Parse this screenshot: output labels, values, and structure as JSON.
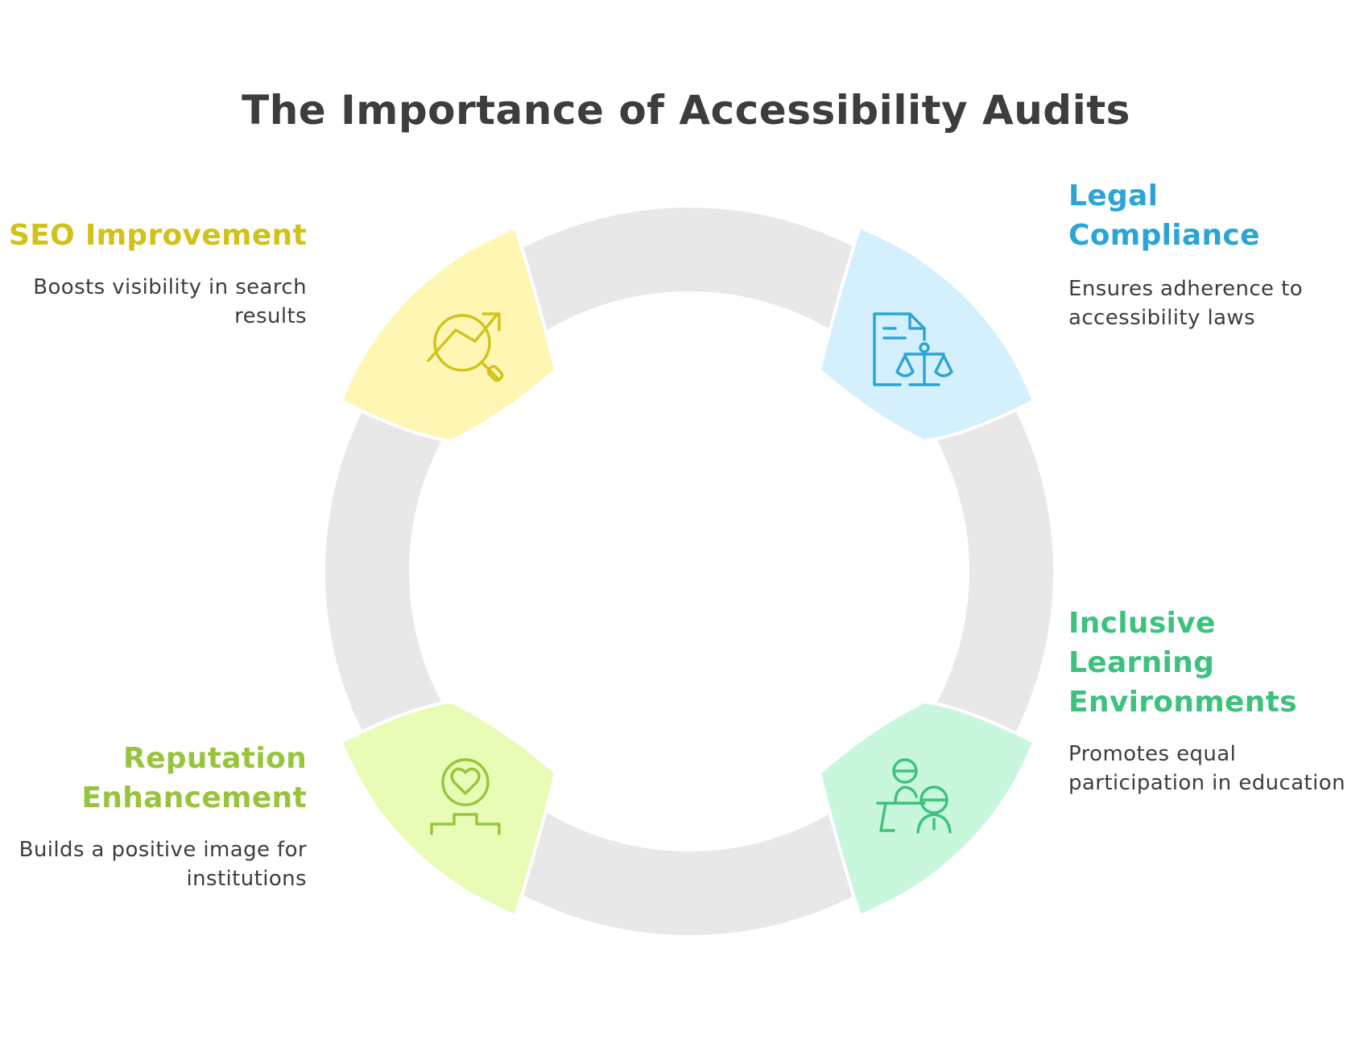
{
  "title": "The Importance of Accessibility Audits",
  "colors": {
    "ring": "#e8e8e8",
    "seo_fill": "#fff6b3",
    "seo_accent": "#d1c21a",
    "legal_fill": "#d3f0fc",
    "legal_accent": "#2ba4d6",
    "learning_fill": "#c9f7dd",
    "learning_accent": "#3cc27c",
    "reputation_fill": "#e8fcb6",
    "reputation_accent": "#98c43c",
    "text": "#3d3d3d"
  },
  "items": {
    "seo": {
      "title": "SEO Improvement",
      "description": "Boosts visibility in search results",
      "icon": "trend-search-icon"
    },
    "legal": {
      "title": "Legal Compliance",
      "description": "Ensures adherence to accessibility laws",
      "icon": "document-scales-icon"
    },
    "learning": {
      "title": "Inclusive Learning Environments",
      "description": "Promotes equal participation in education",
      "icon": "teacher-student-icon"
    },
    "reputation": {
      "title": "Reputation Enhancement",
      "description": "Builds a positive image for institutions",
      "icon": "heart-podium-icon"
    }
  }
}
